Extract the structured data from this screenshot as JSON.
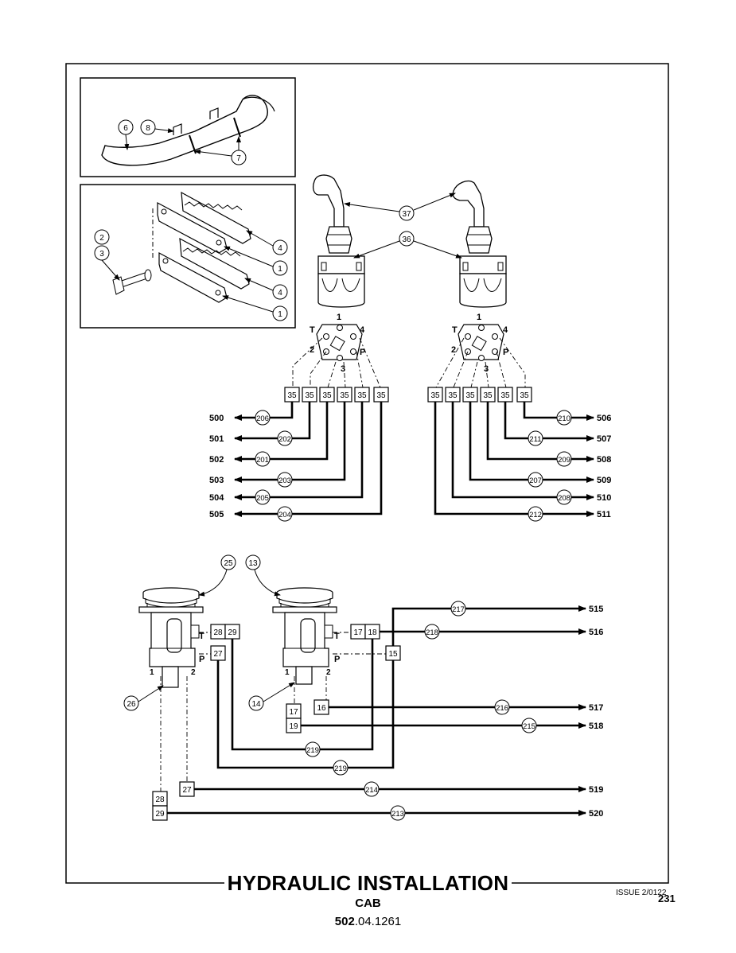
{
  "page": {
    "title": "HYDRAULIC INSTALLATION",
    "subtitle": "CAB",
    "doc_number_bold": "502",
    "doc_number_rest": ".04.1261",
    "issue": "ISSUE 2/0122",
    "page_number": "231"
  },
  "callouts": {
    "handrail": [
      "6",
      "8",
      "7"
    ],
    "bracket": [
      "2",
      "3",
      "4",
      "1",
      "4",
      "1"
    ],
    "joystick": [
      "37",
      "36"
    ],
    "pedals": [
      "25",
      "13",
      "26",
      "14"
    ]
  },
  "port_labels": {
    "one": "1",
    "two": "2",
    "three": "3",
    "four": "4",
    "t": "T",
    "p": "P"
  },
  "connectors": {
    "left_row": [
      "35",
      "35",
      "35",
      "35",
      "35",
      "35"
    ],
    "right_row": [
      "35",
      "35",
      "35",
      "35",
      "35",
      "35"
    ]
  },
  "lines_left": [
    {
      "pipe": "206",
      "dest": "500"
    },
    {
      "pipe": "202",
      "dest": "501"
    },
    {
      "pipe": "201",
      "dest": "502"
    },
    {
      "pipe": "203",
      "dest": "503"
    },
    {
      "pipe": "205",
      "dest": "504"
    },
    {
      "pipe": "204",
      "dest": "505"
    }
  ],
  "lines_right": [
    {
      "pipe": "210",
      "dest": "506"
    },
    {
      "pipe": "211",
      "dest": "507"
    },
    {
      "pipe": "209",
      "dest": "508"
    },
    {
      "pipe": "207",
      "dest": "509"
    },
    {
      "pipe": "208",
      "dest": "510"
    },
    {
      "pipe": "212",
      "dest": "511"
    }
  ],
  "pedal_boxes": {
    "b28a": "28",
    "b29a": "29",
    "b27a": "27",
    "b17a": "17",
    "b18": "18",
    "b15": "15",
    "b17b": "17",
    "b19": "19",
    "b16": "16",
    "b27b": "27",
    "b28b": "28",
    "b29b": "29"
  },
  "lines_pedal": [
    {
      "pipe": "217",
      "dest": "515"
    },
    {
      "pipe": "218",
      "dest": "516"
    },
    {
      "pipe": "216",
      "dest": "517"
    },
    {
      "pipe": "215",
      "dest": "518"
    },
    {
      "pipe": "214",
      "dest": "519"
    },
    {
      "pipe": "213",
      "dest": "520"
    }
  ],
  "loop_pipes": [
    "219",
    "219"
  ]
}
